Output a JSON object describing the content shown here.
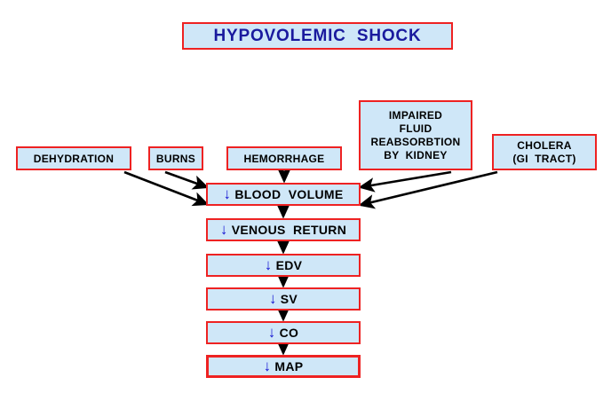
{
  "title": {
    "text": "HYPOVOLEMIC  SHOCK",
    "color": "#1a1a9e"
  },
  "theme": {
    "box_fill": "#cfe7f8",
    "box_border": "#ee2222",
    "arrow_color": "#000000",
    "down_arrow_color": "#1414d2",
    "text_color": "#000000",
    "background": "#ffffff"
  },
  "causes": [
    {
      "id": "dehydration",
      "label": "DEHYDRATION"
    },
    {
      "id": "burns",
      "label": "BURNS"
    },
    {
      "id": "hemorrhage",
      "label": "HEMORRHAGE"
    },
    {
      "id": "impaired-fluid-reabsorbtion-by-kidney",
      "lines": [
        "IMPAIRED",
        "FLUID",
        "REABSORBTION",
        "BY  KIDNEY"
      ]
    },
    {
      "id": "cholera-gi-tract",
      "lines": [
        "CHOLERA",
        "(GI  TRACT)"
      ]
    }
  ],
  "chain": [
    {
      "id": "blood-volume",
      "arrow": "↓",
      "label": "BLOOD  VOLUME"
    },
    {
      "id": "venous-return",
      "arrow": "↓",
      "label": "VENOUS  RETURN"
    },
    {
      "id": "edv",
      "arrow": "↓",
      "label": "EDV"
    },
    {
      "id": "sv",
      "arrow": "↓",
      "label": "SV"
    },
    {
      "id": "co",
      "arrow": "↓",
      "label": "CO"
    },
    {
      "id": "map",
      "arrow": "↓",
      "label": "MAP"
    }
  ],
  "connections": [
    {
      "from": "dehydration",
      "to": "blood-volume"
    },
    {
      "from": "burns",
      "to": "blood-volume"
    },
    {
      "from": "hemorrhage",
      "to": "blood-volume"
    },
    {
      "from": "impaired-fluid-reabsorbtion-by-kidney",
      "to": "blood-volume"
    },
    {
      "from": "cholera-gi-tract",
      "to": "blood-volume"
    },
    {
      "from": "blood-volume",
      "to": "venous-return"
    },
    {
      "from": "venous-return",
      "to": "edv"
    },
    {
      "from": "edv",
      "to": "sv"
    },
    {
      "from": "sv",
      "to": "co"
    },
    {
      "from": "co",
      "to": "map"
    }
  ]
}
